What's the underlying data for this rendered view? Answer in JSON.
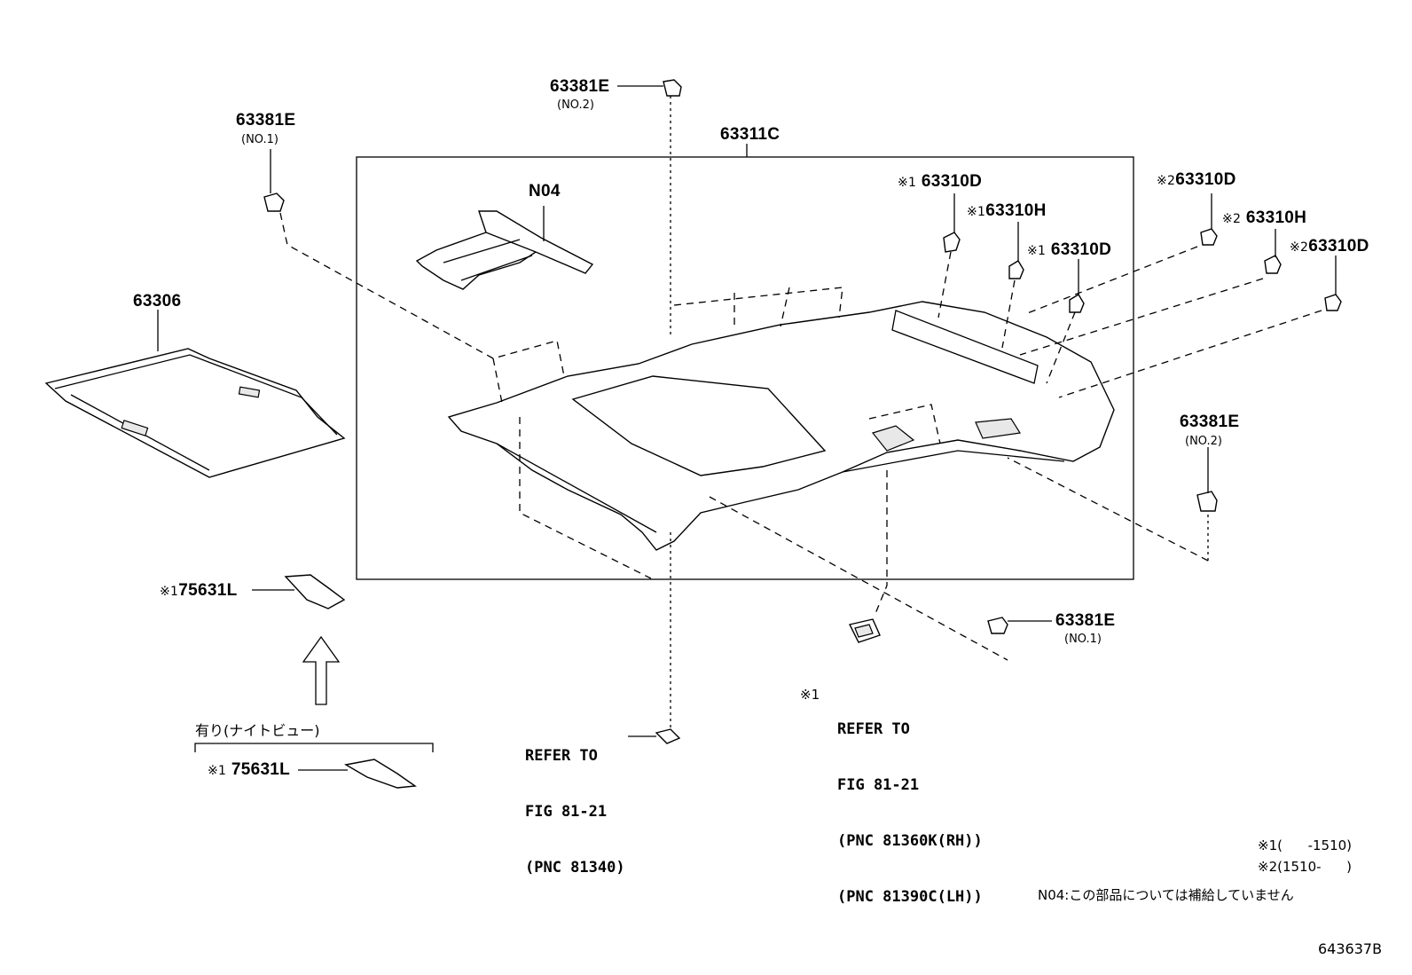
{
  "labels": {
    "p63381E_no2_top": "63381E",
    "p63381E_no2_top_sub": "(NO.2)",
    "p63381E_no1_left": "63381E",
    "p63381E_no1_left_sub": "(NO.1)",
    "p63311C": "63311C",
    "pN04": "N04",
    "p63306": "63306",
    "p63310D_a": "63310D",
    "p63310H_a": "63310H",
    "p63310D_b": "63310D",
    "p63310D_c": "63310D",
    "p63310H_b": "63310H",
    "p63310D_d": "63310D",
    "p63381E_no2_right": "63381E",
    "p63381E_no2_right_sub": "(NO.2)",
    "p63381E_no1_bottom": "63381E",
    "p63381E_no1_bottom_sub": "(NO.1)",
    "p75631L_a": "75631L",
    "p75631L_b": "75631L",
    "night_view": "有り(ナイトビュー)"
  },
  "marks": {
    "m1": "※1",
    "m2": "※2"
  },
  "refer_center": {
    "line1": "REFER TO",
    "line2": "FIG 81-21",
    "line3": "(PNC 81340)"
  },
  "refer_right": {
    "line1": "REFER TO",
    "line2": "FIG 81-21",
    "line3": "(PNC 81360K(RH))",
    "line4": "(PNC 81390C(LH))"
  },
  "legend": {
    "note1": "※1(      -1510)",
    "note2": "※2(1510-      )",
    "note3": "N04:この部品については補給していません"
  },
  "figure_id": "643637B"
}
